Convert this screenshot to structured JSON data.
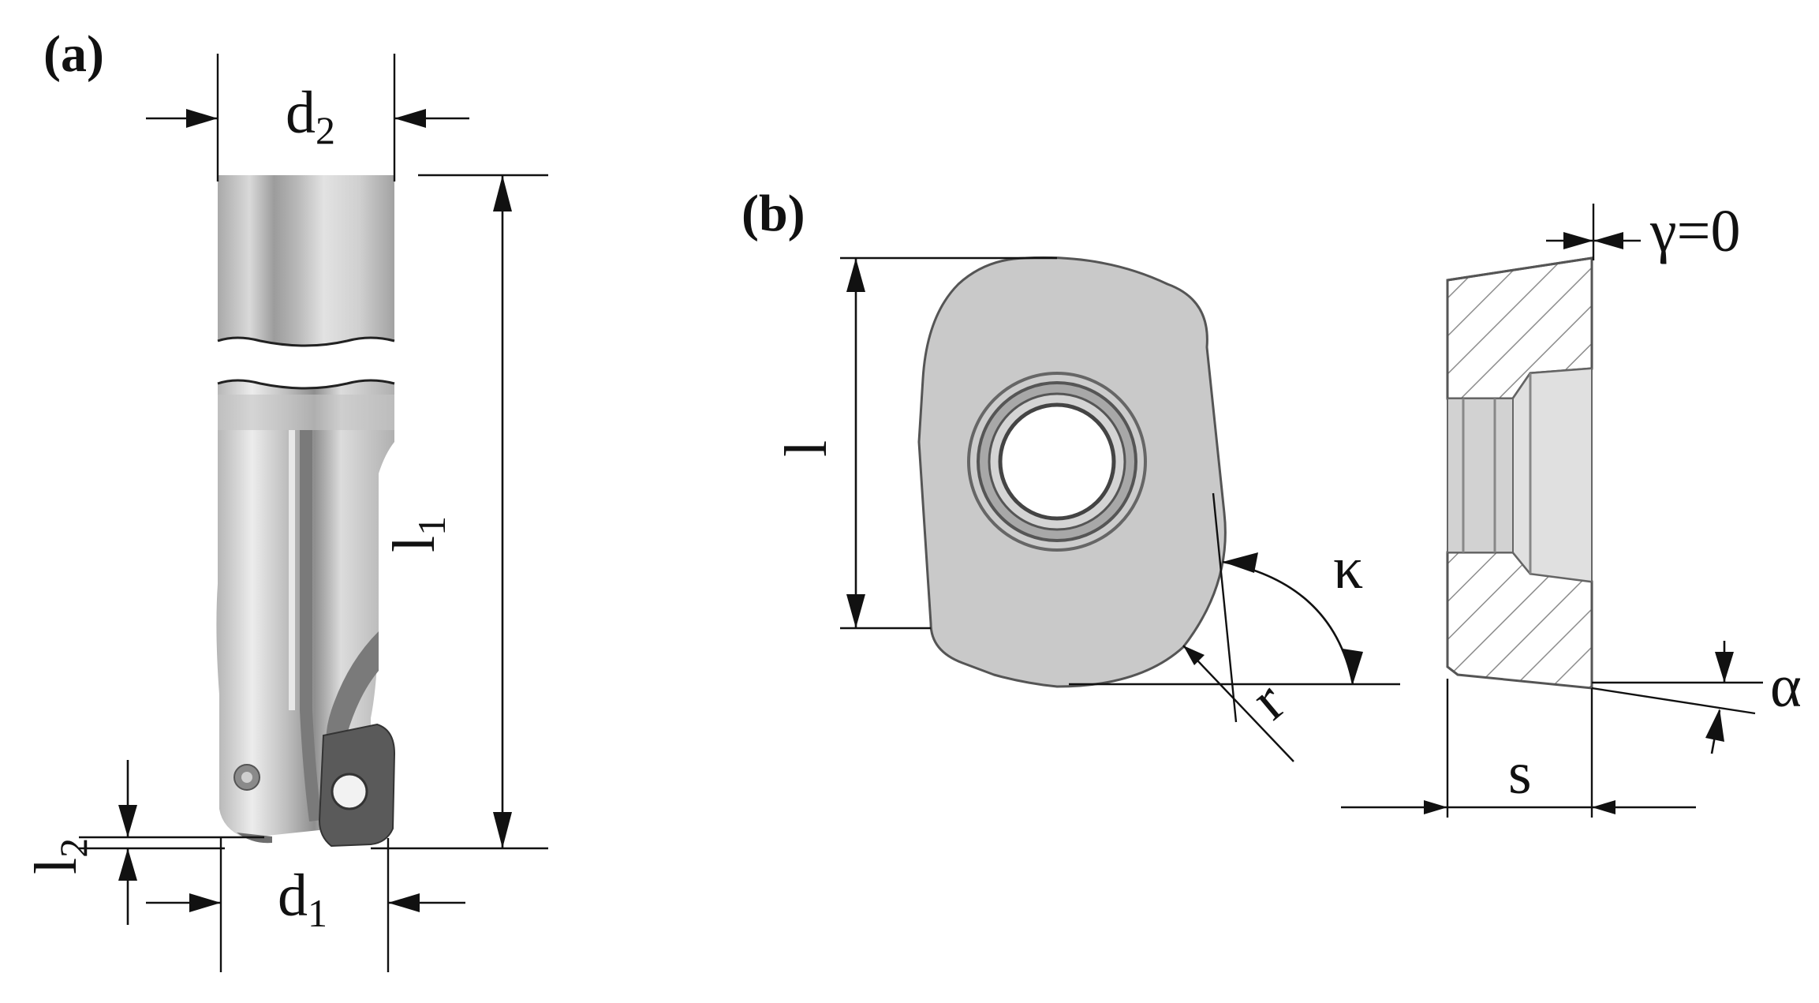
{
  "figure": {
    "panels": [
      {
        "id": "a",
        "label": "(a)",
        "dimensions": {
          "d2": {
            "base": "d",
            "sub": "2"
          },
          "l1": {
            "base": "l",
            "sub": "1"
          },
          "l2": {
            "base": "l",
            "sub": "2"
          },
          "d1": {
            "base": "d",
            "sub": "1"
          }
        }
      },
      {
        "id": "b",
        "label": "(b)",
        "dimensions": {
          "l": "l",
          "kappa": "κ",
          "r": "r",
          "gamma": "γ=0",
          "alpha": "α",
          "s": "s"
        }
      }
    ],
    "colors": {
      "line": "#111111",
      "insert_fill": "#c9c9c9",
      "tool_body": "#cfcfcf",
      "hatch": "#9a9a9a"
    }
  }
}
